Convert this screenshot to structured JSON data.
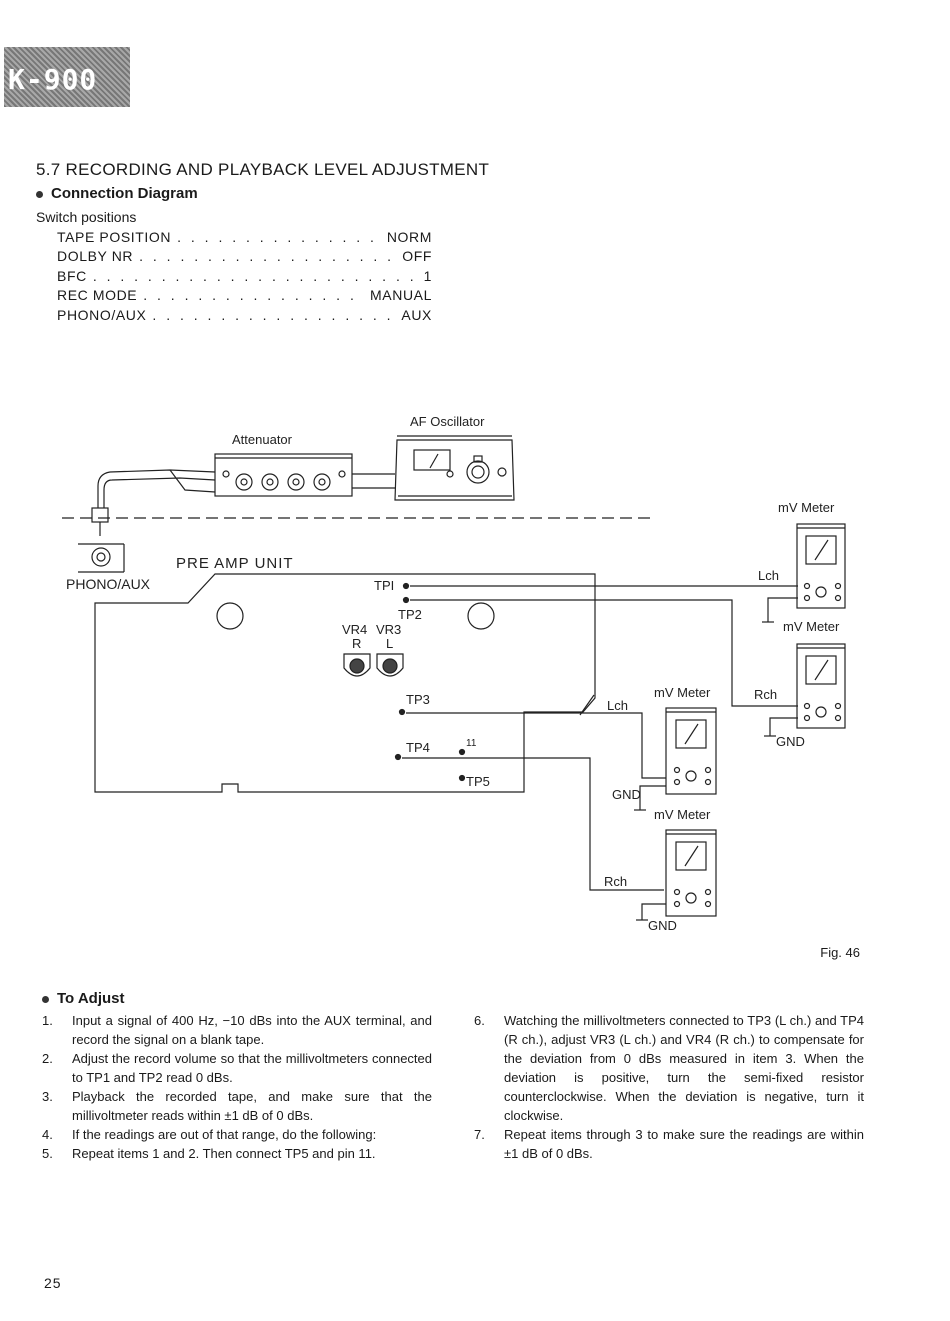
{
  "header": {
    "badge": "K-900"
  },
  "section": {
    "title": "5.7 RECORDING AND PLAYBACK LEVEL ADJUSTMENT",
    "subtitle": "Connection Diagram"
  },
  "switch_positions": {
    "caption": "Switch positions",
    "items": [
      {
        "name": "TAPE POSITION",
        "value": "NORM"
      },
      {
        "name": "DOLBY NR",
        "value": "OFF"
      },
      {
        "name": "BFC",
        "value": "1"
      },
      {
        "name": "REC MODE",
        "value": "MANUAL"
      },
      {
        "name": "PHONO/AUX",
        "value": "AUX"
      }
    ]
  },
  "diagram": {
    "af_oscillator": "AF Oscillator",
    "attenuator": "Attenuator",
    "phono_aux": "PHONO/AUX",
    "pre_amp_unit": "PRE AMP UNIT",
    "tp1": "TPI",
    "tp2": "TP2",
    "tp3": "TP3",
    "tp4": "TP4",
    "tp5": "TP5",
    "pin11": "11",
    "vr4": "VR4",
    "vr3": "VR3",
    "r": "R",
    "l": "L",
    "mv_meter": "mV Meter",
    "lch": "Lch",
    "rch": "Rch",
    "gnd": "GND"
  },
  "figure_label": "Fig. 46",
  "to_adjust": {
    "heading": "To Adjust",
    "steps_left": [
      {
        "num": "1.",
        "text": "Input a signal of 400 Hz, −10 dBs into the AUX terminal, and record the signal on a blank tape."
      },
      {
        "num": "2.",
        "text": "Adjust the record volume so that the millivoltmeters connected to TP1 and TP2 read 0 dBs."
      },
      {
        "num": "3.",
        "text": "Playback the recorded tape, and make sure that the millivoltmeter reads within ±1 dB of 0 dBs."
      },
      {
        "num": "4.",
        "text": "If the readings are out of that range, do the following:"
      },
      {
        "num": "5.",
        "text": "Repeat items 1 and 2. Then connect TP5 and pin 11."
      }
    ],
    "steps_right": [
      {
        "num": "6.",
        "text": "Watching the millivoltmeters connected to TP3 (L ch.) and TP4 (R ch.), adjust VR3 (L ch.) and VR4 (R ch.) to compensate for the deviation from 0 dBs measured in item 3. When the deviation is positive, turn the semi-fixed resistor counterclockwise. When the deviation is negative, turn it clockwise."
      },
      {
        "num": "7.",
        "text": "Repeat items through 3 to make sure the readings are within ±1 dB of 0 dBs."
      }
    ]
  },
  "page_number": "25"
}
